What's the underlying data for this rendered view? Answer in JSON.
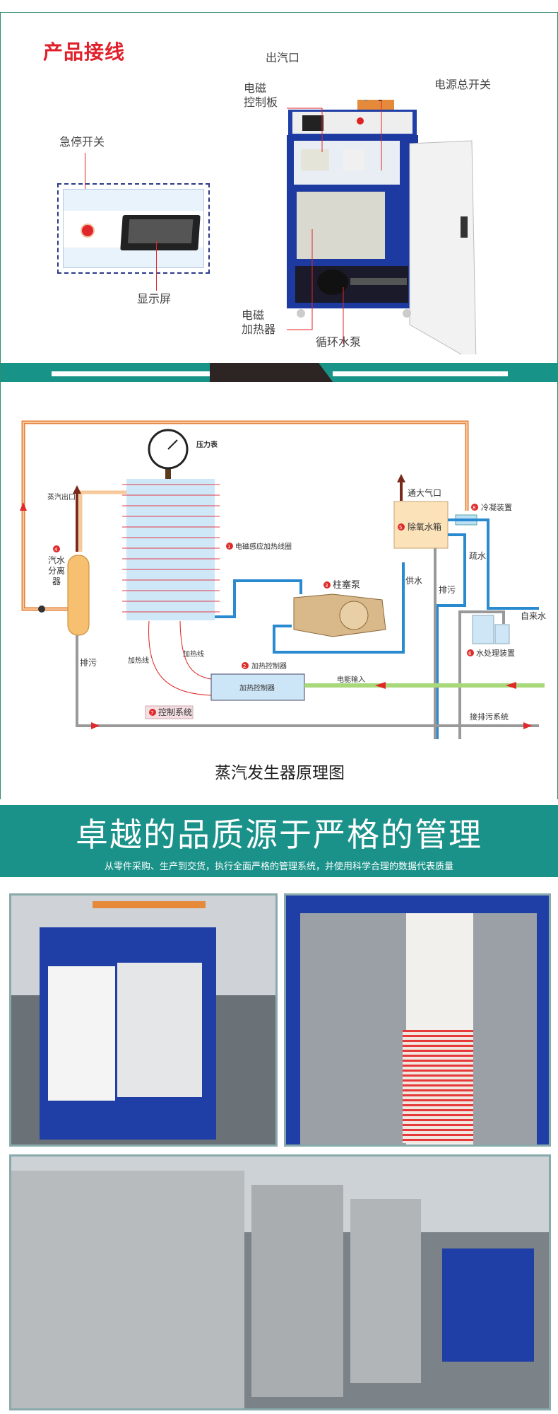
{
  "section1": {
    "title": "产品接线",
    "labels": {
      "steam_outlet": "出汽口",
      "em_control_board_1": "电磁",
      "em_control_board_2": "控制板",
      "main_power_switch": "电源总开关",
      "emergency_stop": "急停开关",
      "display": "显示屏",
      "em_heater_1": "电磁",
      "em_heater_2": "加热器",
      "circulation_pump": "循环水泵"
    }
  },
  "diagram": {
    "caption": "蒸汽发生器原理图",
    "labels": {
      "pressure_gauge": "压力表",
      "steam_exit": "蒸汽出口",
      "separator_num": "4",
      "separator": [
        "汽水",
        "分离",
        "器"
      ],
      "coil": "电磁感应加热线圈",
      "coil_num": "1",
      "pump": "柱塞泵",
      "pump_num": "3",
      "vent": "通大气口",
      "tank": "除氧水箱",
      "tank_num": "5",
      "condenser": "冷凝装置",
      "condenser_num": "8",
      "drain_water": "疏水",
      "supply": "供水",
      "blowdown_right": "排污",
      "tap_water": "自来水",
      "water_treatment": "水处理装置",
      "water_treatment_num": "6",
      "heating_controller_label": "加热控制器",
      "heating_controller_num": "2",
      "heating_controller_box": "加热控制器",
      "power_input": "电能输入",
      "heating_wire_1": "加热线",
      "heating_wire_2": "加热线",
      "control_system": "控制系统",
      "control_system_num": "7",
      "blowdown_left": "排污",
      "sewage_system": "接排污系统"
    }
  },
  "quality": {
    "headline": "卓越的品质源于严格的管理",
    "subline": "从零件采购、生产到交货，执行全面严格的管理系统，并使用科学合理的数据代表质量"
  }
}
